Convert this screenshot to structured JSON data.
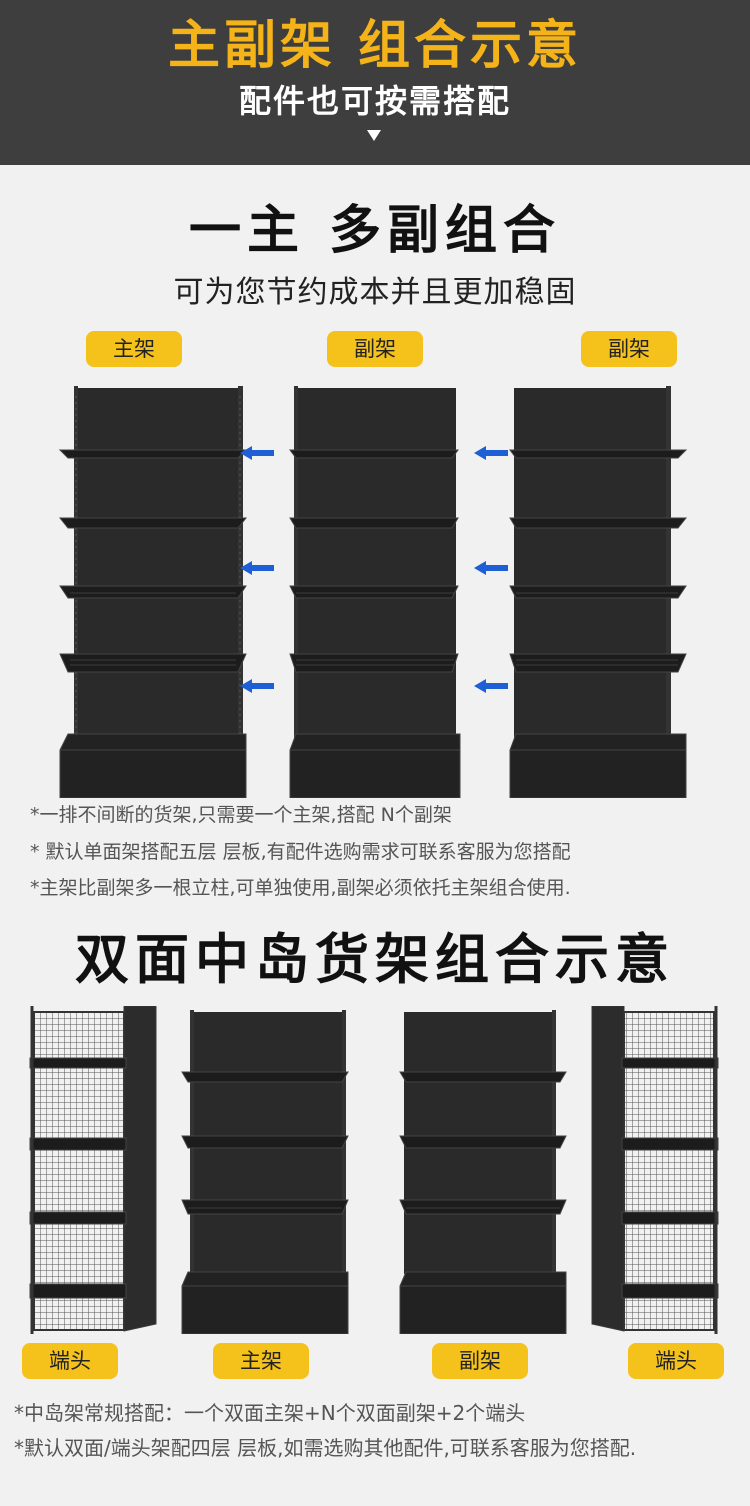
{
  "header": {
    "title": "主副架 组合示意",
    "subtitle": "配件也可按需搭配"
  },
  "section1": {
    "title": "一主 多副组合",
    "subtitle": "可为您节约成本并且更加稳固",
    "labels": [
      "主架",
      "副架",
      "副架"
    ],
    "notes": [
      "*一排不间断的货架,只需要一个主架,搭配 N个副架",
      "* 默认单面架搭配五层 层板,有配件选购需求可联系客服为您搭配",
      "*主架比副架多一根立柱,可单独使用,副架必须依托主架组合使用."
    ]
  },
  "section2": {
    "title": "双面中岛货架组合示意",
    "labels": [
      "端头",
      "主架",
      "副架",
      "端头"
    ],
    "notes": [
      "*中岛架常规搭配：一个双面主架+N个双面副架+2个端头",
      "*默认双面/端头架配四层 层板,如需选购其他配件,可联系客服为您搭配."
    ]
  },
  "colors": {
    "header_bg": "#3e3e3e",
    "accent_yellow": "#f5b31a",
    "tag_yellow": "#f5c11b",
    "arrow_blue": "#1f5fd6",
    "shelf_dark": "#262626"
  },
  "icons": {
    "header_pointer": "down-triangle-icon",
    "connect_arrow": "left-arrow-icon"
  }
}
